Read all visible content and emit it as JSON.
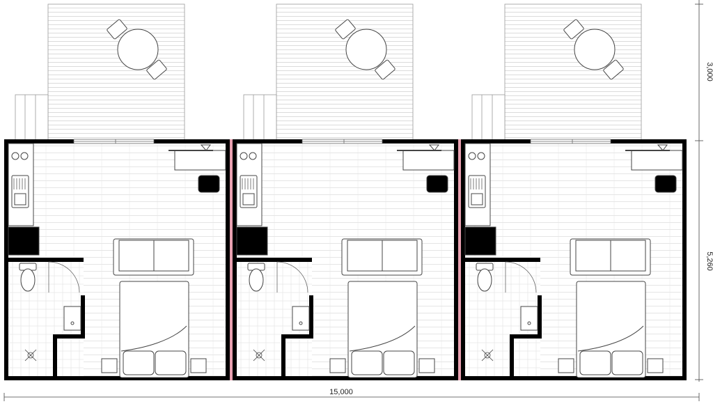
{
  "plan": {
    "units_count": 3,
    "dimensions": {
      "overall_width": "15,000",
      "deck_depth": "3,000",
      "unit_depth": "5,260"
    },
    "colors": {
      "wall": "#000000",
      "party_wall_accent": "#e8a0b0",
      "line": "#555555",
      "floor_hatch": "#cccccc",
      "background": "#ffffff"
    },
    "units": [
      {
        "rooms": [
          "deck",
          "kitchenette",
          "living-sleeping",
          "bathroom"
        ]
      },
      {
        "rooms": [
          "deck",
          "kitchenette",
          "living-sleeping",
          "bathroom"
        ]
      },
      {
        "rooms": [
          "deck",
          "kitchenette",
          "living-sleeping",
          "bathroom"
        ]
      }
    ]
  }
}
